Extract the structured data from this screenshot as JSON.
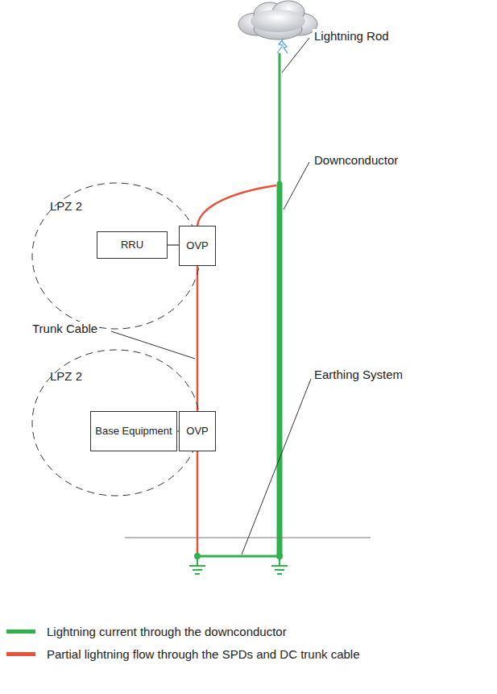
{
  "diagram": {
    "nodes": [
      {
        "text": [
          "LPZ 2"
        ]
      },
      {
        "text": [
          "RRU"
        ],
        "in": 0
      },
      {
        "text": [
          "OVP"
        ]
      },
      {
        "text": [
          "LPZ 2"
        ]
      },
      {
        "text": [
          "Base Equipment"
        ],
        "in": 3
      },
      {
        "text": [
          "OVP"
        ]
      }
    ],
    "edges": [
      {
        "from": 1,
        "to": 2,
        "arrow": "none"
      },
      {
        "from": 4,
        "to": 5,
        "arrow": "none"
      },
      {
        "from": 2,
        "to": 5,
        "arrow": "none"
      }
    ],
    "labels": [
      "Lightning Rod",
      "Downconductor",
      "Trunk Cable",
      "Earthing System"
    ],
    "legend": [
      {
        "text": "Lightning current through the downconductor",
        "color": "#2fb24c"
      },
      {
        "text": "Partial lightning flow through the SPDs and DC trunk cable",
        "color": "#e5533b"
      }
    ]
  }
}
